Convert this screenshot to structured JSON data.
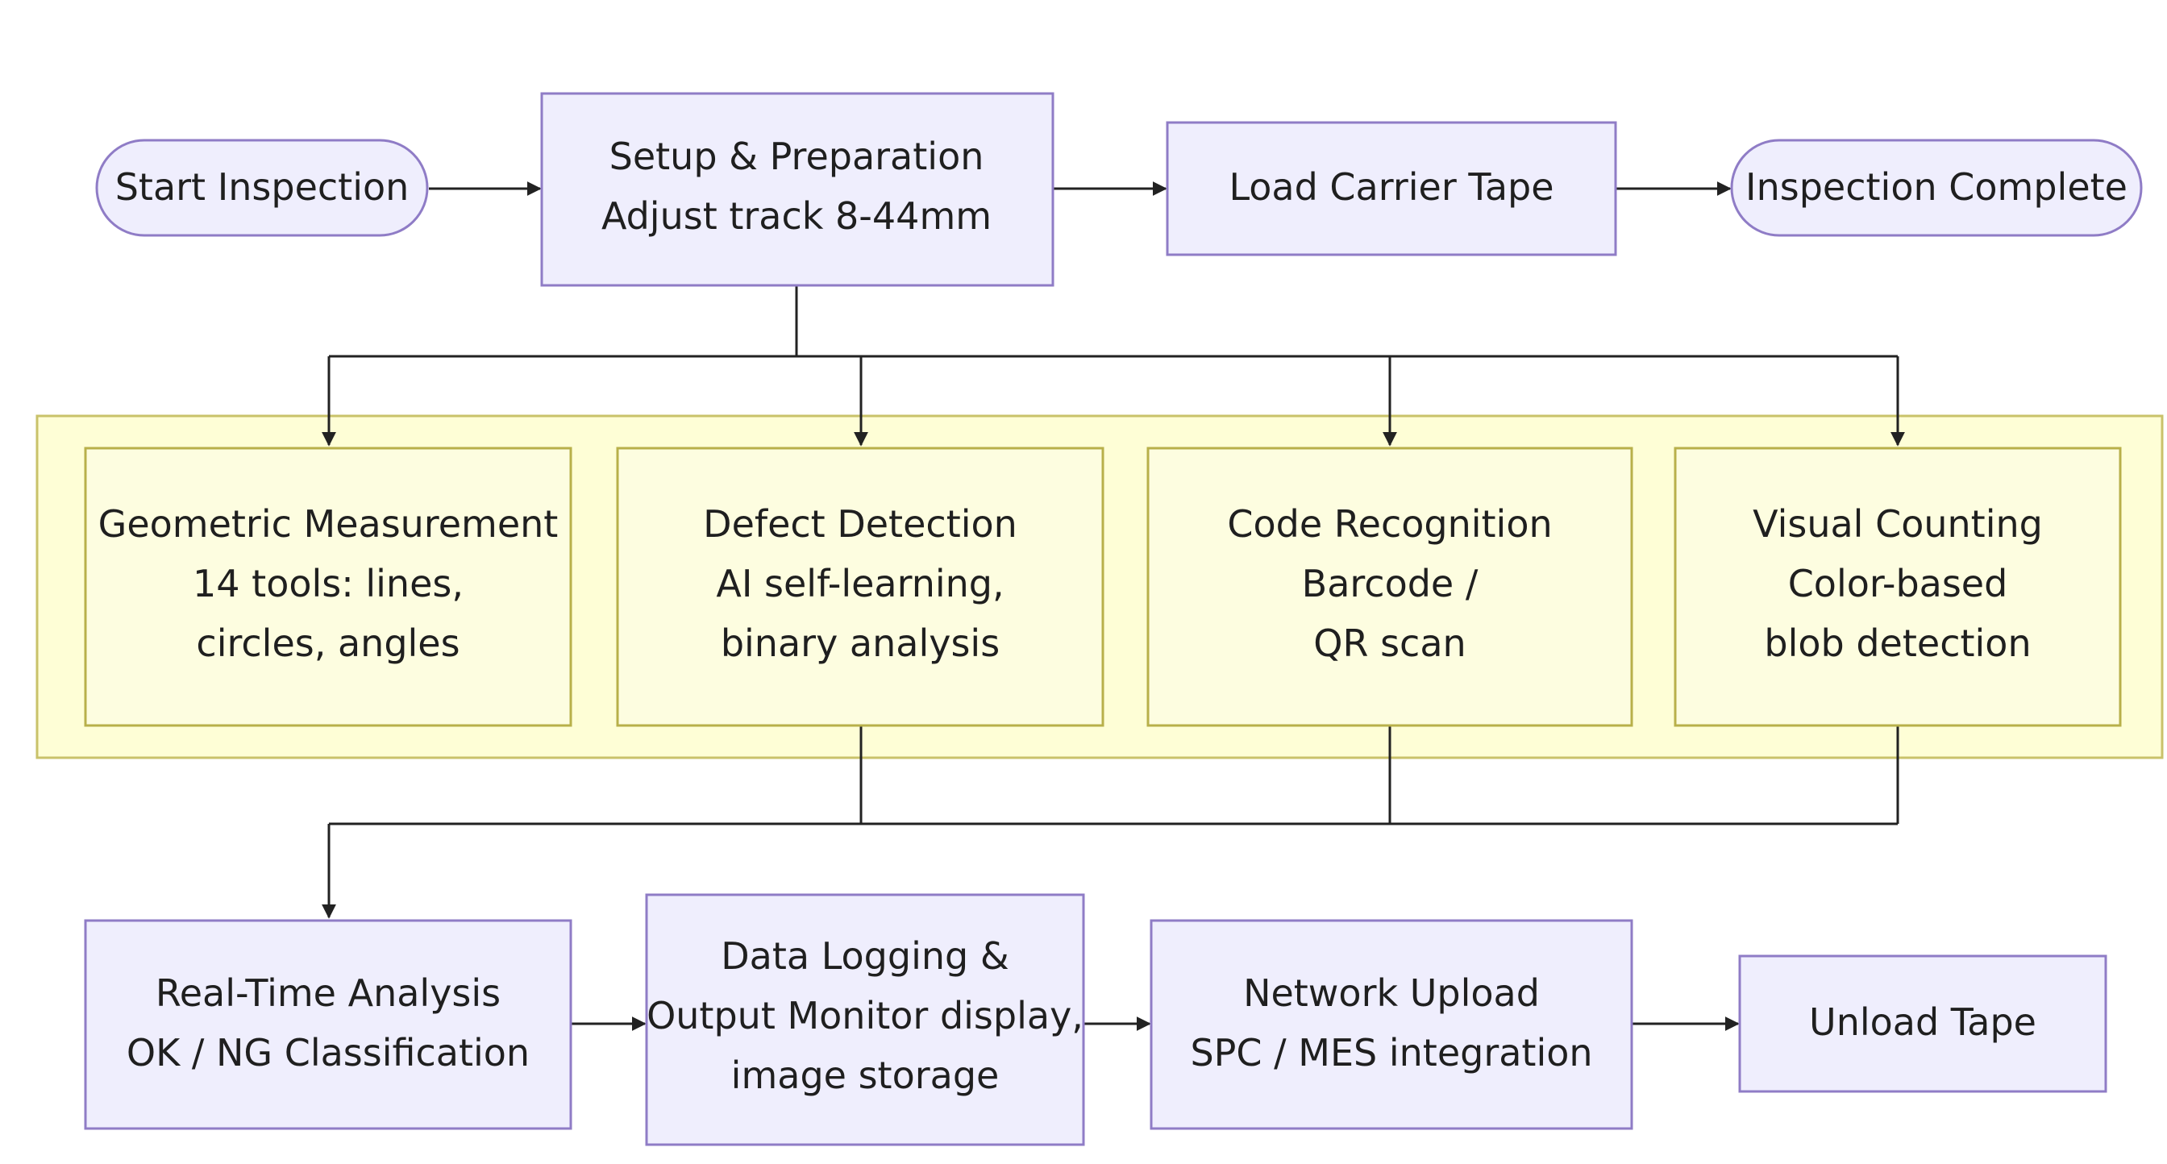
{
  "nodes": {
    "start": [
      "Start Inspection"
    ],
    "setup": [
      "Setup & Preparation",
      "Adjust track 8-44mm"
    ],
    "load": [
      "Load Carrier Tape"
    ],
    "complete": [
      "Inspection Complete"
    ],
    "geometric": [
      "Geometric Measurement",
      "14 tools: lines,",
      "circles, angles"
    ],
    "defect": [
      "Defect Detection",
      "AI self-learning,",
      "binary analysis"
    ],
    "code": [
      "Code Recognition",
      "Barcode /",
      "QR scan"
    ],
    "counting": [
      "Visual Counting",
      "Color-based",
      "blob detection"
    ],
    "analysis": [
      "Real-Time Analysis",
      "OK / NG Classification"
    ],
    "logging": [
      "Data Logging &",
      "Output Monitor display,",
      "image storage"
    ],
    "upload": [
      "Network Upload",
      "SPC / MES integration"
    ],
    "unload": [
      "Unload Tape"
    ]
  },
  "colors": {
    "node_fill": "#efeefd",
    "node_stroke": "#8f7cc6",
    "group_fill": "#fefed6",
    "group_stroke": "#c9c26a",
    "subnode_fill": "#fdfde0",
    "subnode_stroke": "#b8b04a",
    "edge": "#222222"
  }
}
